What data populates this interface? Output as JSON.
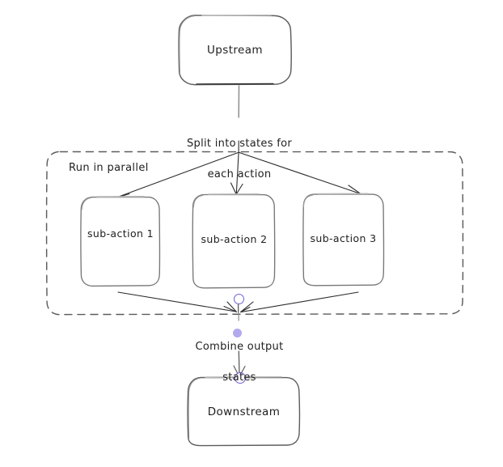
{
  "diagram": {
    "type": "flowchart",
    "style": "hand-drawn sketch",
    "background": "#ffffff",
    "stroke_color": "#5c5c5c",
    "text_color": "#1e1e1e",
    "accent_color": "#6b62d6",
    "accent_fill": "#b3a9ee",
    "nodes": [
      {
        "id": "upstream",
        "label": "Upstream",
        "shape": "rounded-rectangle"
      },
      {
        "id": "sub-action-1",
        "label": "sub-action 1",
        "shape": "rounded-rectangle"
      },
      {
        "id": "sub-action-2",
        "label": "sub-action 2",
        "shape": "rounded-rectangle"
      },
      {
        "id": "sub-action-3",
        "label": "sub-action 3",
        "shape": "rounded-rectangle"
      },
      {
        "id": "downstream",
        "label": "Downstream",
        "shape": "rounded-rectangle"
      }
    ],
    "group": {
      "id": "parallel-group",
      "label": "Run in parallel",
      "shape": "dashed-rounded-rectangle"
    },
    "edge_labels": [
      {
        "id": "split-label",
        "line1": "Split into states for",
        "line2": "each action"
      },
      {
        "id": "combine-label",
        "line1": "Combine output",
        "line2": "states"
      }
    ]
  }
}
